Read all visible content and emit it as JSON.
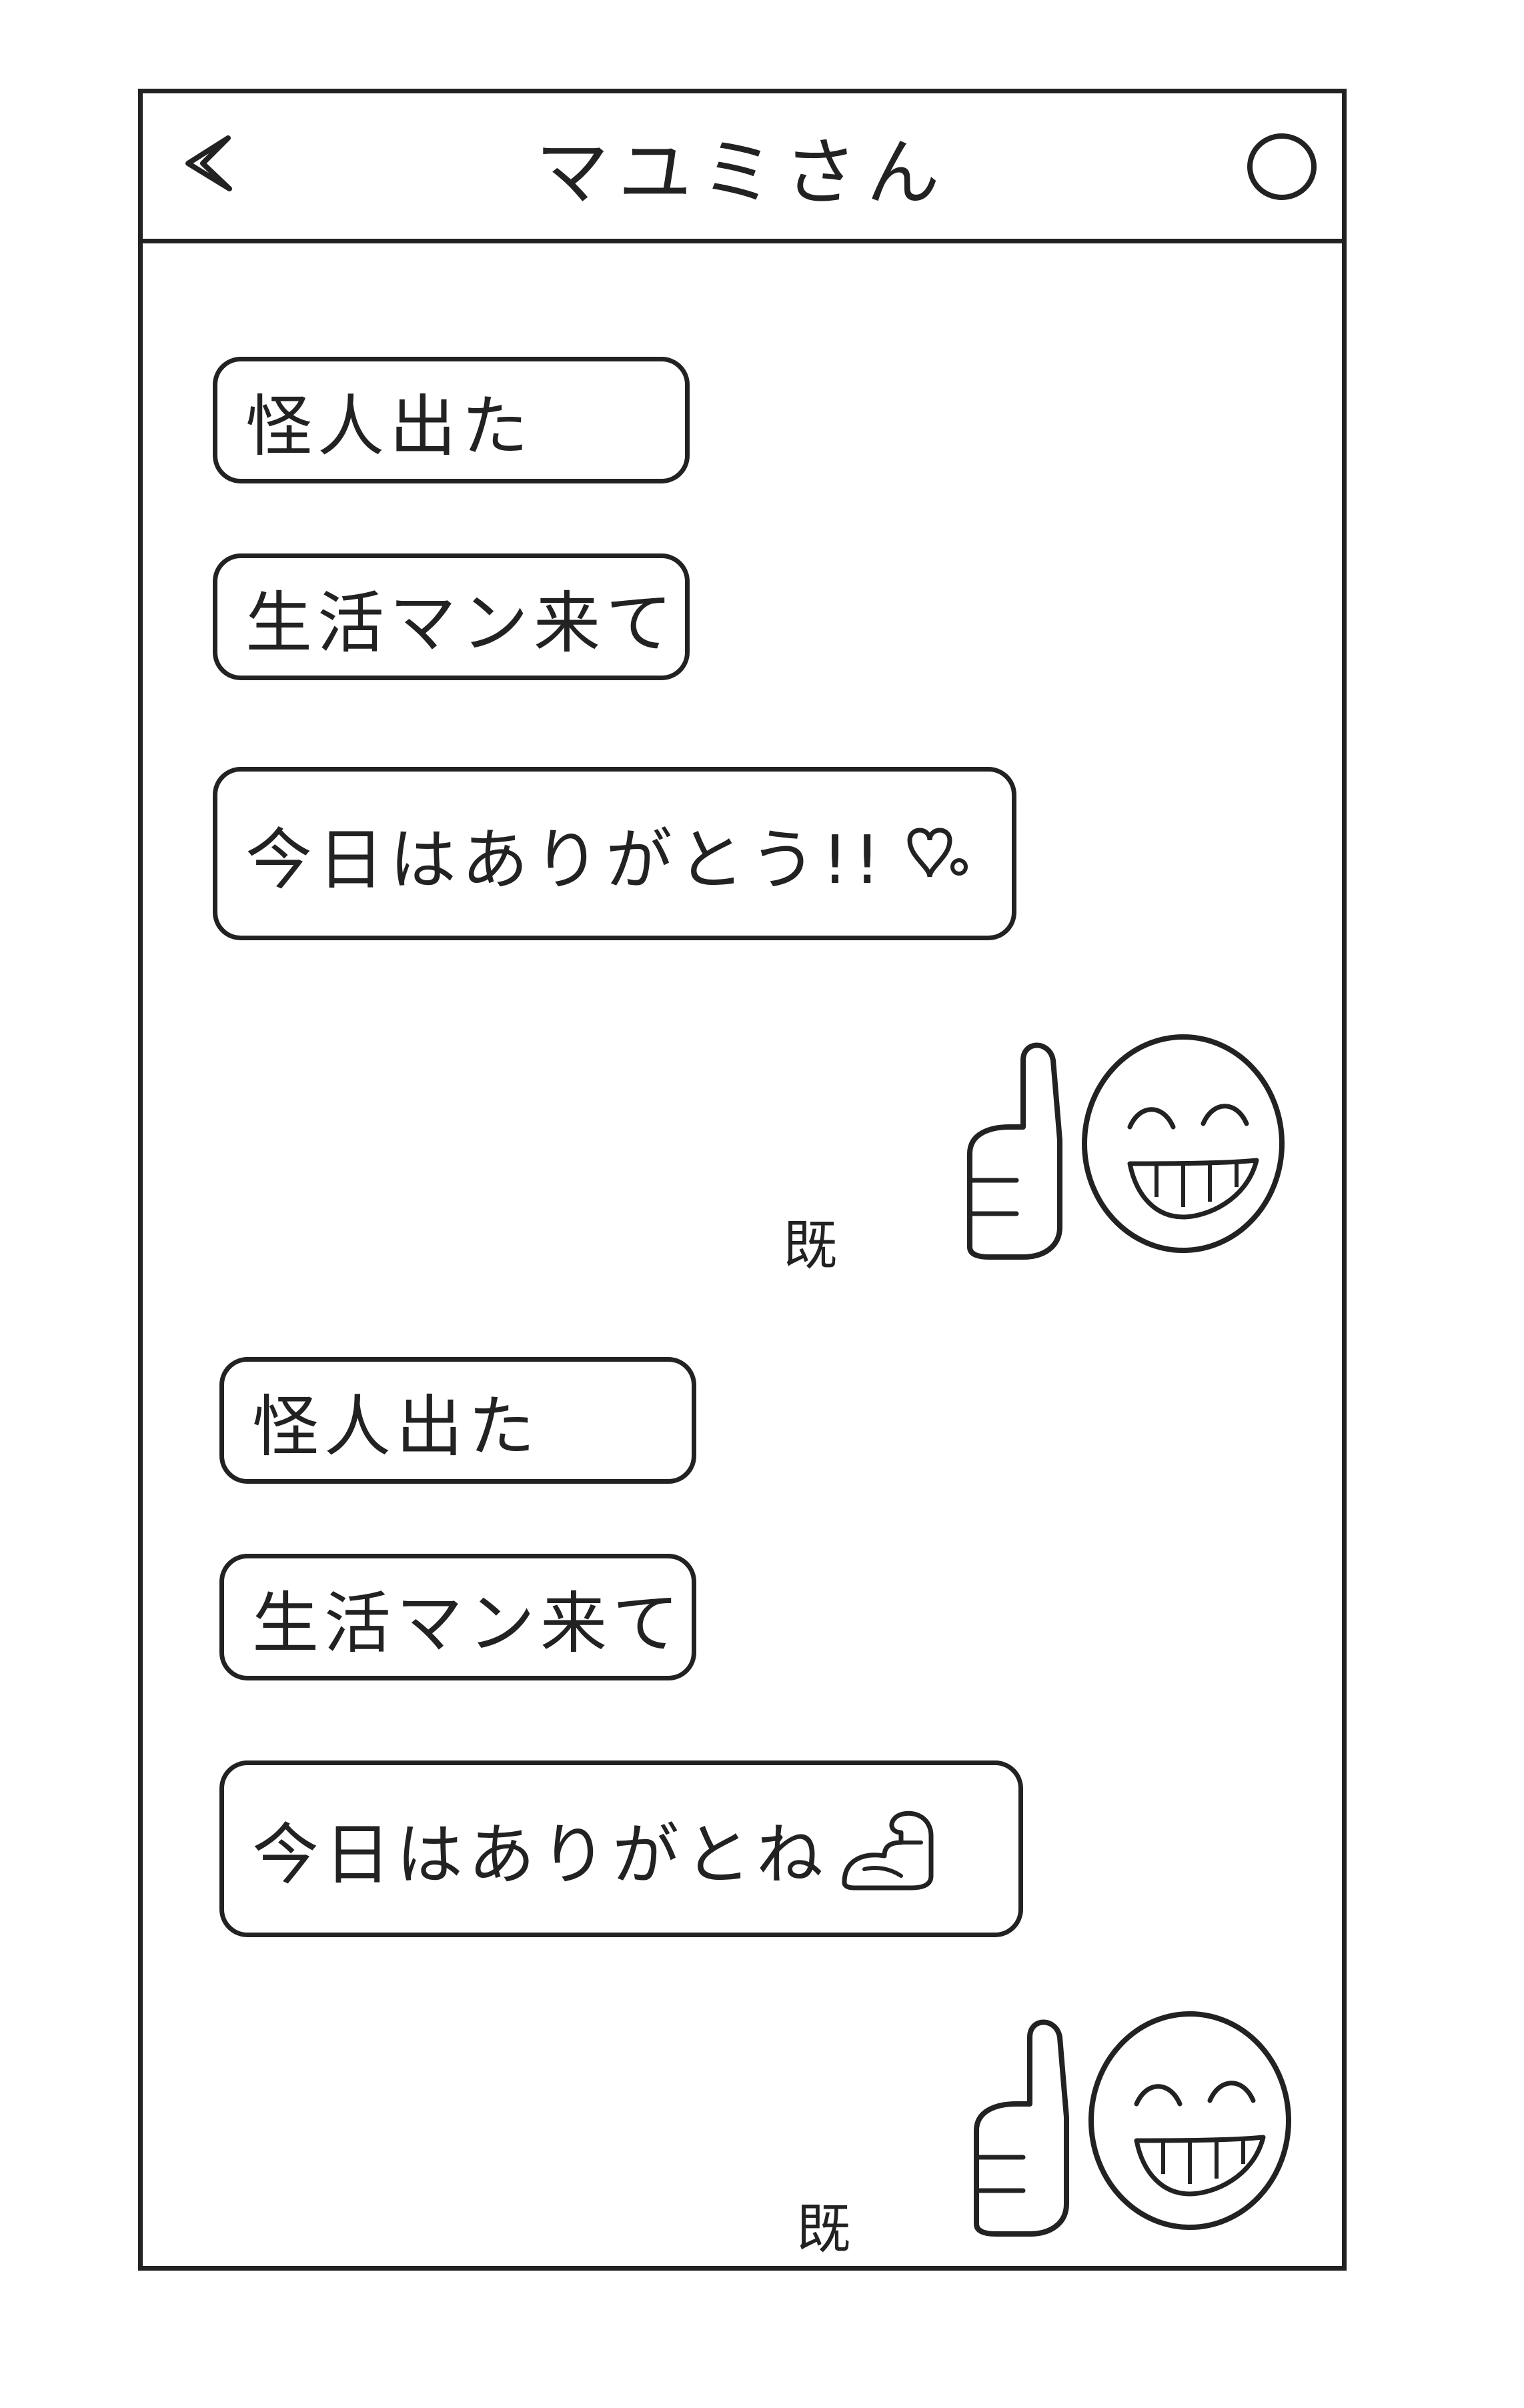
{
  "header": {
    "back_icon": "chevron-left-icon",
    "title": "マユミさん",
    "menu_icon": "circle-icon"
  },
  "messages": [
    {
      "text": "怪人出た"
    },
    {
      "text": "生活マン来て"
    },
    {
      "text": "今日はありがとう!!",
      "emoji": "heart-icon"
    },
    {
      "read_label": "既",
      "stamp": "thumbs-up-smiley-sticker"
    },
    {
      "text": "怪人出た"
    },
    {
      "text": "生活マン来て"
    },
    {
      "text": "今日はありがとね",
      "emoji": "flexed-biceps-icon"
    },
    {
      "read_label": "既",
      "stamp": "thumbs-up-smiley-sticker"
    }
  ],
  "colors": {
    "ink": "#222222",
    "background": "#ffffff"
  }
}
